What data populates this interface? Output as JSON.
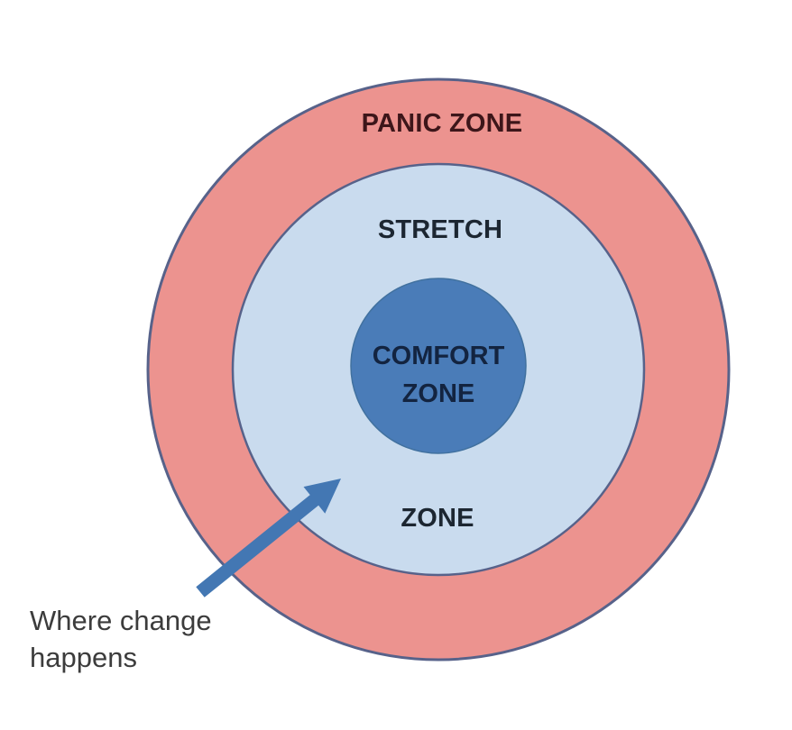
{
  "diagram": {
    "title_meaning": "Comfort / Stretch / Panic zones model",
    "background_color": "#ffffff",
    "outline_color": "#57628A",
    "zones": {
      "panic": {
        "label": "PANIC ZONE",
        "fill": "#EC938F",
        "text_color": "#3D161A"
      },
      "stretch": {
        "label_word1": "STRETCH",
        "label_word2": "ZONE",
        "fill": "#C9DBEE",
        "text_color": "#1C2631"
      },
      "comfort": {
        "label_line1": "COMFORT",
        "label_line2": "ZONE",
        "fill": "#4A7CB8",
        "edge_color": "#41719F",
        "text_color": "#132440"
      }
    },
    "annotation": {
      "line1": "Where change",
      "line2": "happens",
      "text_color": "#3C3C3C",
      "arrow_icon": "arrow-up-right",
      "arrow_color": "#4377B3"
    }
  }
}
